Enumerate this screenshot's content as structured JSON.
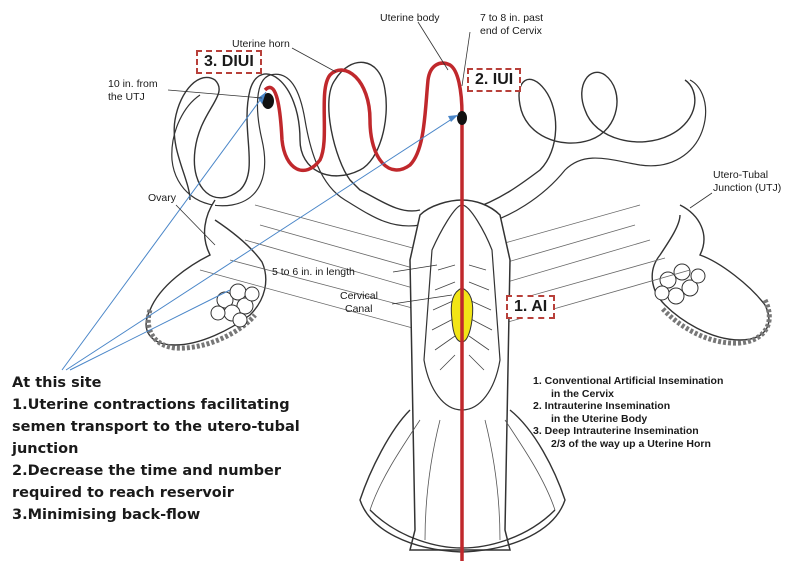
{
  "labels": {
    "uterine_horn": "Uterine horn",
    "uterine_body": "Uterine body",
    "past_cervix_1": "7 to 8 in. past",
    "past_cervix_2": "end of Cervix",
    "from_utj_1": "10 in. from",
    "from_utj_2": "the UTJ",
    "ovary": "Ovary",
    "utj_1": "Utero-Tubal",
    "utj_2": "Junction (UTJ)",
    "length": "5 to 6 in. in length",
    "cervical_1": "Cervical",
    "cervical_2": "Canal"
  },
  "tags": {
    "diui": "3. DIUI",
    "iui": "2. IUI",
    "ai": "1. AI"
  },
  "note": {
    "lines": [
      "At this site",
      "1.Uterine contractions facilitating",
      "semen transport to the utero-tubal",
      "junction",
      "2.Decrease the time and number",
      "required to reach reservoir",
      "3.Minimising back-flow"
    ]
  },
  "legend": {
    "item1": "1. Conventional Artificial Insemination",
    "item1b": "in the Cervix",
    "item2": "2. Intrauterine Insemination",
    "item2b": "in the Uterine Body",
    "item3": "3. Deep Intrauterine Insemination",
    "item3b": "2/3 of the way up a Uterine Horn"
  },
  "colors": {
    "catheter": "#c0282c",
    "tag_border": "#b8403a",
    "cervix_fill": "#f2e516",
    "arrow": "#4a86c8",
    "outline": "#333333"
  }
}
